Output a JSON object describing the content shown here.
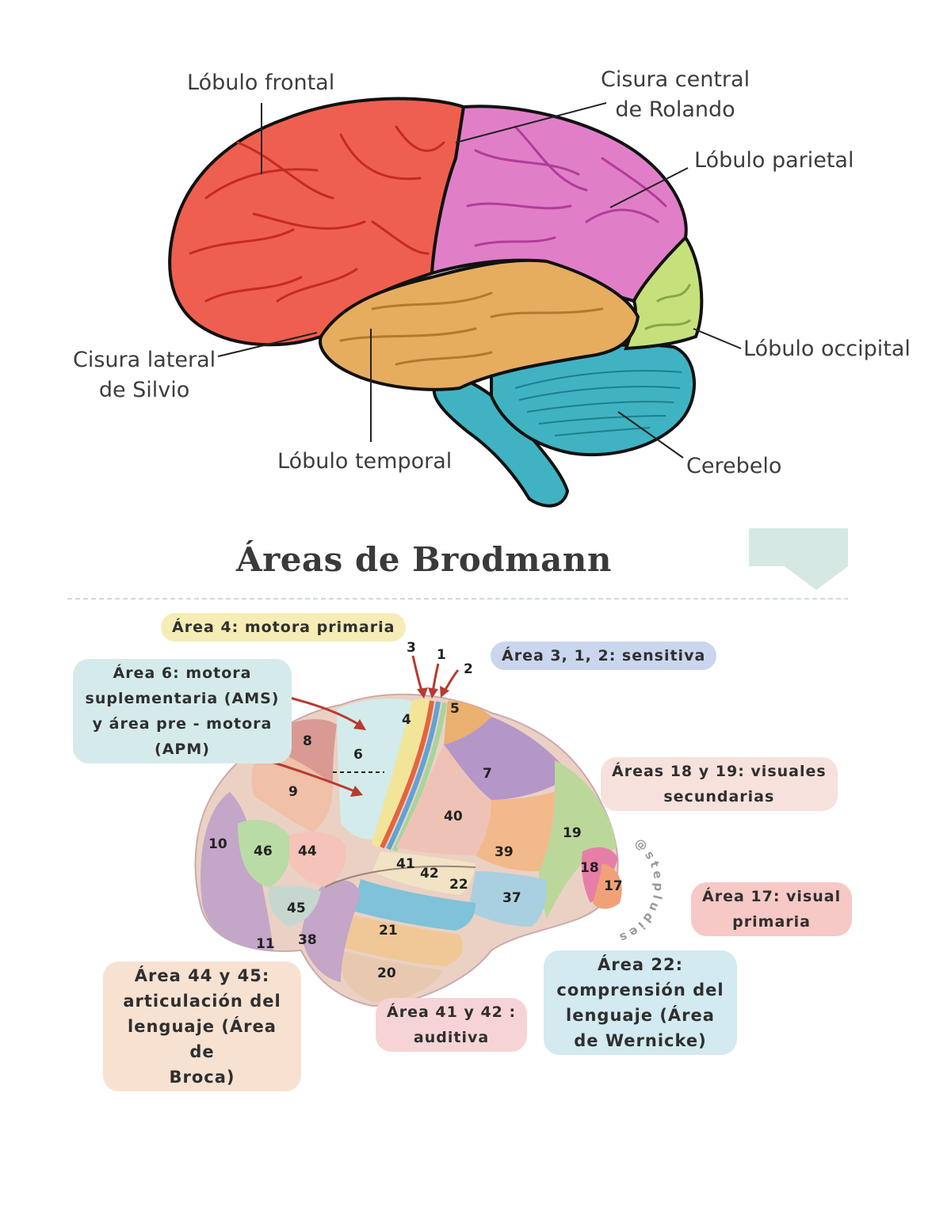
{
  "lobes_diagram": {
    "labels": {
      "frontal": "Lóbulo frontal",
      "central": "Cisura central\nde Rolando",
      "parietal": "Lóbulo parietal",
      "lateral": "Cisura lateral\nde Silvio",
      "occipital": "Lóbulo occipital",
      "temporal": "Lóbulo temporal",
      "cerebellum": "Cerebelo"
    },
    "colors": {
      "frontal": "#ef5f4f",
      "parietal": "#e07fc8",
      "temporal": "#e6ad5f",
      "occipital": "#c6e07b",
      "cerebellum": "#3fb3c2"
    }
  },
  "brodmann": {
    "title": "Áreas de Brodmann",
    "callouts": {
      "area4": "Área 4: motora primaria",
      "area312": "Área 3, 1, 2: sensitiva",
      "area6": "Área 6: motora\nsuplementaria (AMS)\ny área pre - motora\n(APM)",
      "area1819": "Áreas 18 y 19: visuales\nsecundarias",
      "area17": "Área 17: visual\nprimaria",
      "area22": "Área 22:\ncomprensión del\nlenguaje (Área\nde Wernicke)",
      "area4445": "Área 44 y 45:\narticulación del\nlenguaje (Área de\nBroca)",
      "area4142": "Área 41 y 42 :\nauditiva"
    },
    "area_numbers": {
      "n3": "3",
      "n1": "1",
      "n2": "2",
      "n4": "4",
      "n5": "5",
      "n6": "6",
      "n7": "7",
      "n8": "8",
      "n9": "9",
      "n10": "10",
      "n11": "11",
      "n17": "17",
      "n18": "18",
      "n19": "19",
      "n20": "20",
      "n21": "21",
      "n22": "22",
      "n37": "37",
      "n38": "38",
      "n39": "39",
      "n40": "40",
      "n41": "41",
      "n42": "42",
      "n44": "44",
      "n45": "45",
      "n46": "46"
    },
    "watermark": "@stepludies"
  }
}
